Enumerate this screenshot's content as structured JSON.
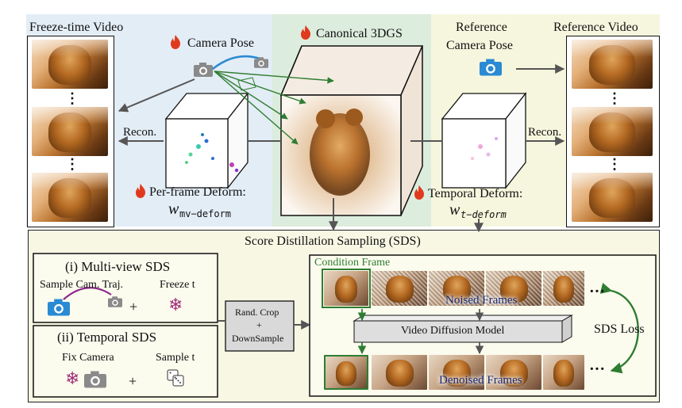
{
  "top": {
    "freeze_video_title": "Freeze-time Video",
    "reference_video_title": "Reference Video",
    "camera_pose": "Camera Pose",
    "canonical": "Canonical 3DGS",
    "reference_camera_line1": "Reference",
    "reference_camera_line2": "Camera Pose",
    "recon_left": "Recon.",
    "recon_right": "Recon.",
    "per_frame_deform": "Per-frame Deform:",
    "w_mv_sym": "w",
    "w_mv_sub": "mv−deform",
    "temporal_deform": "Temporal Deform:",
    "w_t_sym": "w",
    "w_t_sub": "t−deform",
    "ellipsis": "⋮"
  },
  "sds": {
    "title": "Score Distillation Sampling (SDS)",
    "mv_title": "(i) Multi-view SDS",
    "sample_cam": "Sample Cam. Traj.",
    "freeze_t": "Freeze t",
    "plus": "+",
    "temp_title": "(ii) Temporal SDS",
    "fix_camera": "Fix Camera",
    "sample_t": "Sample t",
    "rand_line1": "Rand. Crop",
    "rand_line2": "+",
    "rand_line3": "DownSample",
    "condition_frame": "Condition Frame",
    "noised_frames": "Noised Frames",
    "vdm": "Video Diffusion Model",
    "denoised_frames": "Denoised Frames",
    "dots": "···",
    "sds_loss": "SDS Loss"
  },
  "colors": {
    "left_bg": "#dfeaf5",
    "mid_bg": "#dcebdc",
    "right_bg": "#f5f5dc",
    "sds_bg": "#f7f7e2",
    "green": "#2f7d32",
    "flame": "#e03a1e",
    "camera_blue": "#2a8ad4",
    "camera_gray": "#8a8a8a",
    "snowflake": "#a0307a"
  },
  "icons": [
    "flame-icon",
    "camera-icon",
    "snowflake-icon",
    "dice-icon"
  ]
}
